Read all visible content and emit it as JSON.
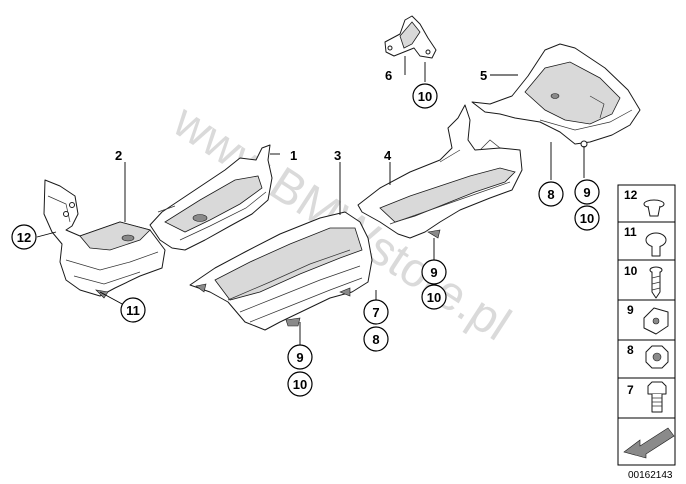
{
  "diagram": {
    "watermark": "www.BMWstore.pl",
    "document_id": "00162143"
  },
  "labels": {
    "p1": "1",
    "p2": "2",
    "p3": "3",
    "p4": "4",
    "p5": "5",
    "p6": "6"
  },
  "callouts": {
    "c12": "12",
    "c11": "11",
    "c9a": "9",
    "c10a": "10",
    "c7": "7",
    "c8a": "8",
    "c9b": "9",
    "c10b": "10",
    "c10c": "10",
    "c8b": "8",
    "c9c": "9",
    "c10d": "10"
  },
  "legend": {
    "items": [
      "12",
      "11",
      "10",
      "9",
      "8",
      "7"
    ]
  }
}
